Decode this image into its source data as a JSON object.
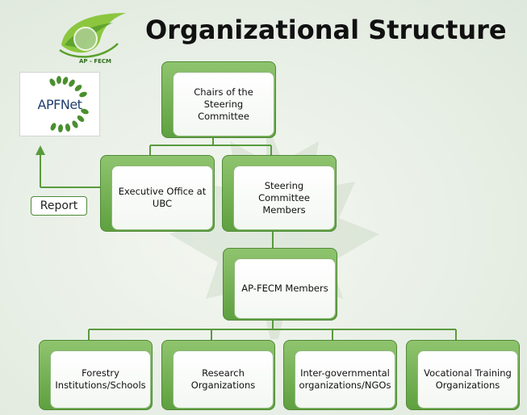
{
  "title": "Organizational Structure",
  "logo": {
    "caption": "AP - FECM"
  },
  "apfnet": {
    "text": "APFNet"
  },
  "report_label": "Report",
  "nodes": {
    "chairs": "Chairs of the Steering Committee",
    "executive_office": "Executive Office at UBC",
    "steering_members": "Steering Committee Members",
    "apfecm_members": "AP-FECM Members",
    "forestry": "Forestry Institutions/Schools",
    "research": "Research Organizations",
    "intergov": "Inter-governmental organizations/NGOs",
    "vocational": "Vocational Training Organizations"
  },
  "colors": {
    "green_dark": "#4f8a35",
    "green_light": "#8fc46e",
    "connector": "#5a9a3e"
  }
}
